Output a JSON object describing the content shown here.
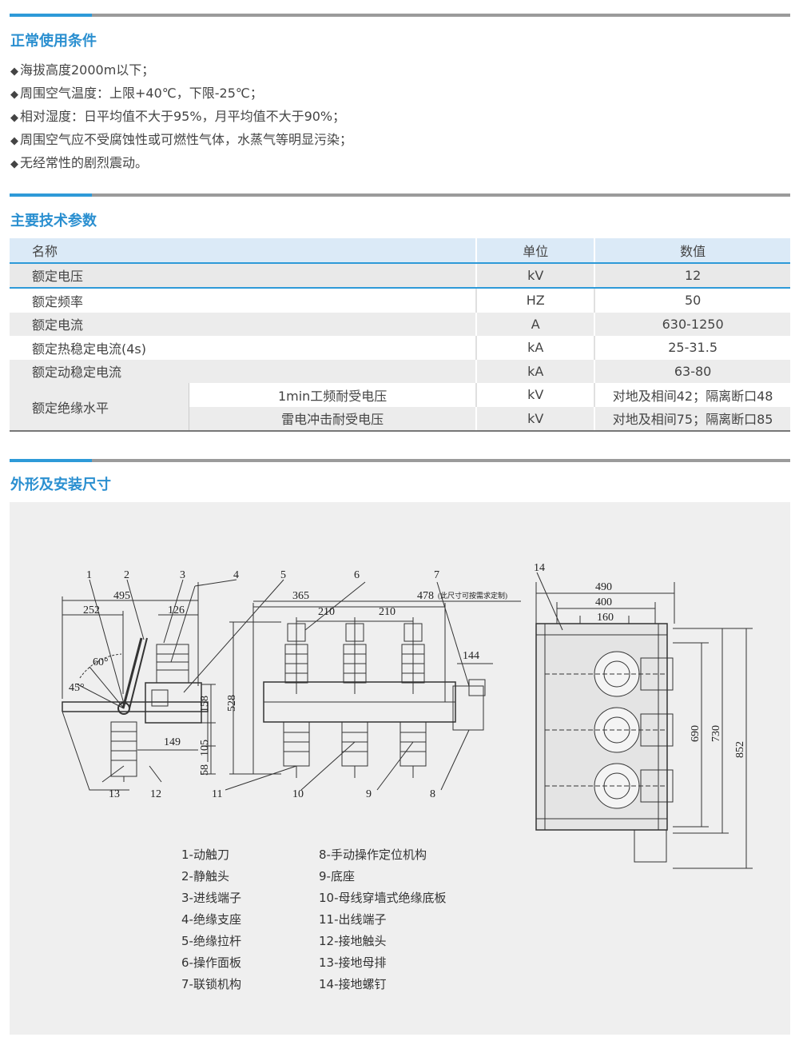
{
  "sections": {
    "conditions": {
      "title": "正常使用条件"
    },
    "params": {
      "title": "主要技术参数"
    },
    "dimensions": {
      "title": "外形及安装尺寸"
    }
  },
  "conditions": [
    "海拔高度2000m以下；",
    "周围空气温度：上限+40℃，下限-25℃；",
    "相对湿度：日平均值不大于95%，月平均值不大于90%；",
    "周围空气应不受腐蚀性或可燃性气体，水蒸气等明显污染；",
    "无经常性的剧烈震动。"
  ],
  "bullet": "◆",
  "table": {
    "headers": {
      "name": "名称",
      "unit": "单位",
      "value": "数值"
    },
    "rows": [
      {
        "name": "额定电压",
        "unit": "kV",
        "value": "12"
      },
      {
        "name": "额定频率",
        "unit": "HZ",
        "value": "50"
      },
      {
        "name": "额定电流",
        "unit": "A",
        "value": "630-1250"
      },
      {
        "name": "额定热稳定电流(4s)",
        "unit": "kA",
        "value": "25-31.5"
      },
      {
        "name": "额定动稳定电流",
        "unit": "kA",
        "value": "63-80"
      }
    ],
    "insulation": {
      "name": "额定绝缘水平",
      "sub": [
        {
          "label": "1min工频耐受电压",
          "unit": "kV",
          "value": "对地及相间42；隔离断口48"
        },
        {
          "label": "雷电冲击耐受电压",
          "unit": "kV",
          "value": "对地及相间75；隔离断口85"
        }
      ]
    }
  },
  "drawing": {
    "callouts_top": [
      "1",
      "2",
      "3",
      "4",
      "5",
      "6",
      "7"
    ],
    "callouts_bottom": [
      "13",
      "12",
      "11",
      "10",
      "9",
      "8"
    ],
    "callout_right": "14",
    "dims": {
      "d495": "495",
      "d252": "252",
      "d126": "126",
      "d365": "365",
      "d210a": "210",
      "d210b": "210",
      "d478": "478",
      "note478": "(此尺寸可按需求定制)",
      "d144": "144",
      "d528": "528",
      "d158": "158",
      "d149": "149",
      "d105": "105",
      "d58": "58",
      "a60": "60°",
      "a45": "45°",
      "d490": "490",
      "d400": "400",
      "d160": "160",
      "d690": "690",
      "d730": "730",
      "d852": "852"
    }
  },
  "legend": {
    "left": [
      "1-动触刀",
      "2-静触头",
      "3-进线端子",
      "4-绝缘支座",
      "5-绝缘拉杆",
      "6-操作面板",
      "7-联锁机构"
    ],
    "right": [
      "8-手动操作定位机构",
      "9-底座",
      "10-母线穿墙式绝缘底板",
      "11-出线端子",
      "12-接地触头",
      "13-接地母排",
      "14-接地螺钉"
    ]
  }
}
